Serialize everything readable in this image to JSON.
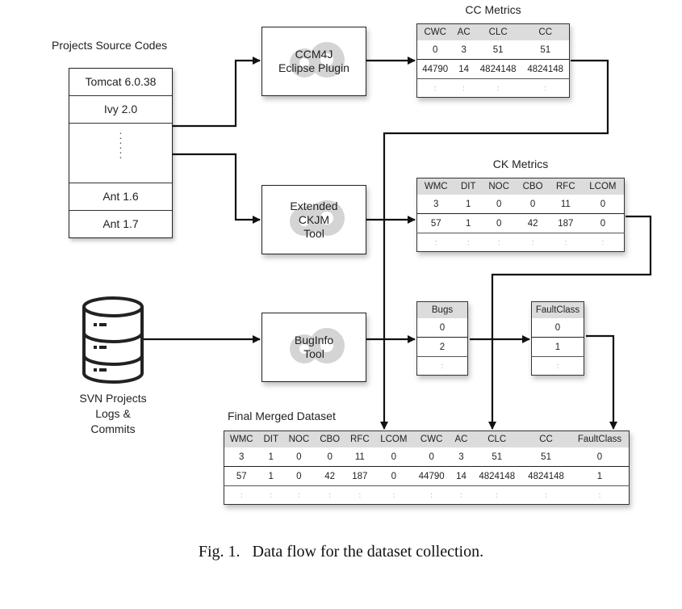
{
  "source_codes": {
    "title": "Projects Source Codes",
    "items": [
      "Tomcat 6.0.38",
      "Ivy 2.0",
      ":\n:\n:",
      "Ant 1.6",
      "Ant 1.7"
    ]
  },
  "tools": {
    "ccm4j": [
      "CCM4J",
      "Eclipse Plugin"
    ],
    "ckjm": [
      "Extended",
      "CKJM",
      "Tool"
    ],
    "buginfo": [
      "BugInfo",
      "Tool"
    ]
  },
  "svn": {
    "label_lines": [
      "SVN Projects",
      "Logs &",
      "Commits"
    ]
  },
  "cc_metrics": {
    "title": "CC Metrics",
    "columns": [
      "CWC",
      "AC",
      "CLC",
      "CC"
    ],
    "rows": [
      [
        "0",
        "3",
        "51",
        "51"
      ],
      [
        "44790",
        "14",
        "4824148",
        "4824148"
      ],
      [
        ":",
        ":",
        ":",
        ":"
      ]
    ]
  },
  "ck_metrics": {
    "title": "CK Metrics",
    "columns": [
      "WMC",
      "DIT",
      "NOC",
      "CBO",
      "RFC",
      "LCOM"
    ],
    "rows": [
      [
        "3",
        "1",
        "0",
        "0",
        "11",
        "0"
      ],
      [
        "57",
        "1",
        "0",
        "42",
        "187",
        "0"
      ],
      [
        ":",
        ":",
        ":",
        ":",
        ":",
        ":"
      ]
    ]
  },
  "bugs": {
    "columns": [
      "Bugs"
    ],
    "rows": [
      [
        "0"
      ],
      [
        "2"
      ],
      [
        ":"
      ]
    ]
  },
  "fault_class": {
    "columns": [
      "FaultClass"
    ],
    "rows": [
      [
        "0"
      ],
      [
        "1"
      ],
      [
        ":"
      ]
    ]
  },
  "final_dataset": {
    "title": "Final Merged Dataset",
    "columns": [
      "WMC",
      "DIT",
      "NOC",
      "CBO",
      "RFC",
      "LCOM",
      "CWC",
      "AC",
      "CLC",
      "CC",
      "FaultClass"
    ],
    "rows": [
      [
        "3",
        "1",
        "0",
        "0",
        "11",
        "0",
        "0",
        "3",
        "51",
        "51",
        "0"
      ],
      [
        "57",
        "1",
        "0",
        "42",
        "187",
        "0",
        "44790",
        "14",
        "4824148",
        "4824148",
        "1"
      ],
      [
        ":",
        ":",
        ":",
        ":",
        ":",
        ":",
        ":",
        ":",
        ":",
        ":",
        ":"
      ]
    ]
  },
  "caption": "Fig. 1.   Data flow for the dataset collection."
}
